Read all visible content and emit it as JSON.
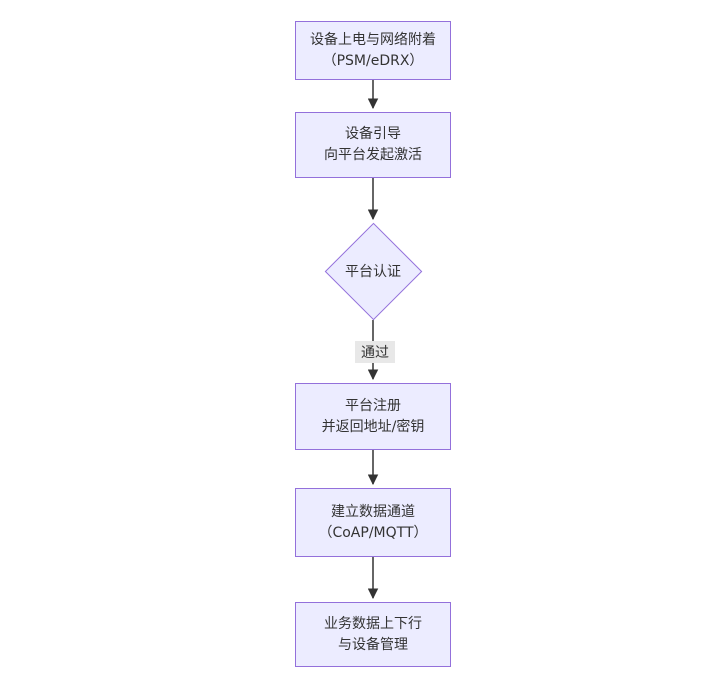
{
  "diagram": {
    "type": "flowchart",
    "direction": "top-down",
    "colors": {
      "background": "#ffffff",
      "node_fill": "#ECECFF",
      "node_border": "#9370DB",
      "edge_line": "#333333",
      "text": "#333333",
      "edge_label_bg": "#e8e8e8"
    },
    "nodes": [
      {
        "id": "power-network-attach",
        "shape": "rect",
        "lines": [
          "设备上电与网络附着",
          "（PSM/eDRX）"
        ]
      },
      {
        "id": "device-bootstrap",
        "shape": "rect",
        "lines": [
          "设备引导",
          "向平台发起激活"
        ]
      },
      {
        "id": "platform-auth",
        "shape": "diamond",
        "lines": [
          "平台认证"
        ]
      },
      {
        "id": "platform-register",
        "shape": "rect",
        "lines": [
          "平台注册",
          "并返回地址/密钥"
        ]
      },
      {
        "id": "data-channel",
        "shape": "rect",
        "lines": [
          "建立数据通道",
          "（CoAP/MQTT）"
        ]
      },
      {
        "id": "business-data",
        "shape": "rect",
        "lines": [
          "业务数据上下行",
          "与设备管理"
        ]
      }
    ],
    "edges": [
      {
        "from": "power-network-attach",
        "to": "device-bootstrap",
        "label": ""
      },
      {
        "from": "device-bootstrap",
        "to": "platform-auth",
        "label": ""
      },
      {
        "from": "platform-auth",
        "to": "platform-register",
        "label": "通过"
      },
      {
        "from": "platform-register",
        "to": "data-channel",
        "label": ""
      },
      {
        "from": "data-channel",
        "to": "business-data",
        "label": ""
      }
    ]
  }
}
